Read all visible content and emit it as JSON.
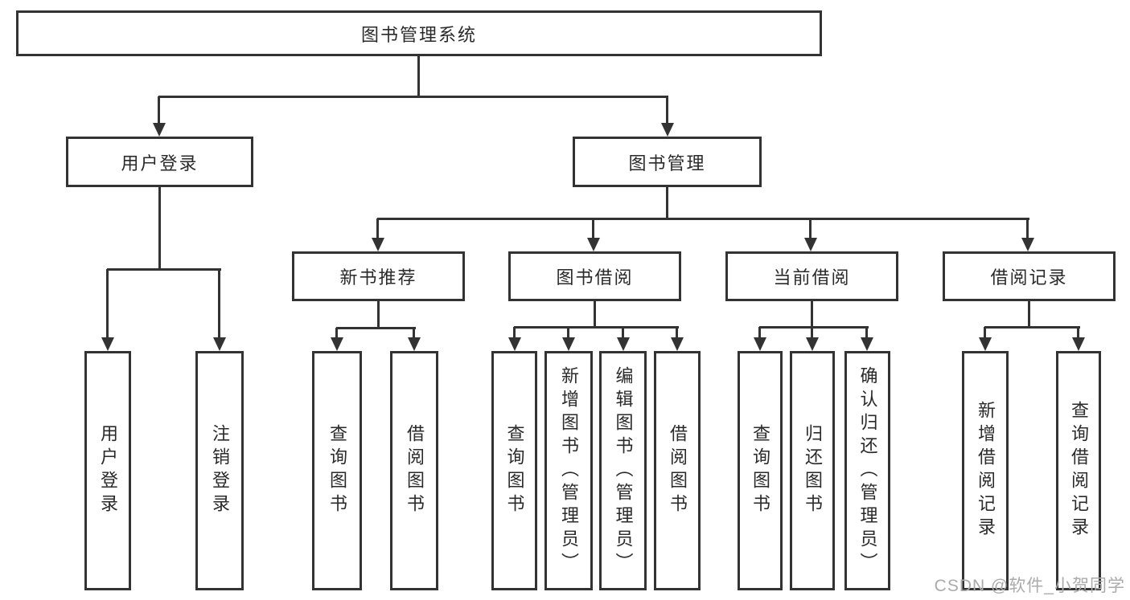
{
  "diagram": {
    "title": "图书管理系统",
    "level1": {
      "user_login": "用户登录",
      "book_mgmt": "图书管理"
    },
    "level2": {
      "new_book": "新书推荐",
      "book_borrow": "图书借阅",
      "current_borrow": "当前借阅",
      "borrow_record": "借阅记录"
    },
    "leaves": {
      "user_login_1": "用户登录",
      "user_login_2": "注销登录",
      "new_book_1": "查询图书",
      "new_book_2": "借阅图书",
      "book_borrow_1": "查询图书",
      "book_borrow_2": "新增图书（管理员）",
      "book_borrow_3": "编辑图书（管理员）",
      "book_borrow_4": "借阅图书",
      "current_borrow_1": "查询图书",
      "current_borrow_2": "归还图书",
      "current_borrow_3": "确认归还（管理员）",
      "borrow_record_1": "新增借阅记录",
      "borrow_record_2": "查询借阅记录"
    }
  },
  "watermark": "CSDN @软件_小贺同学",
  "colors": {
    "line": "#333333",
    "box_background": "#ffffff",
    "text": "#2a2a2a",
    "watermark": "#ababab"
  }
}
